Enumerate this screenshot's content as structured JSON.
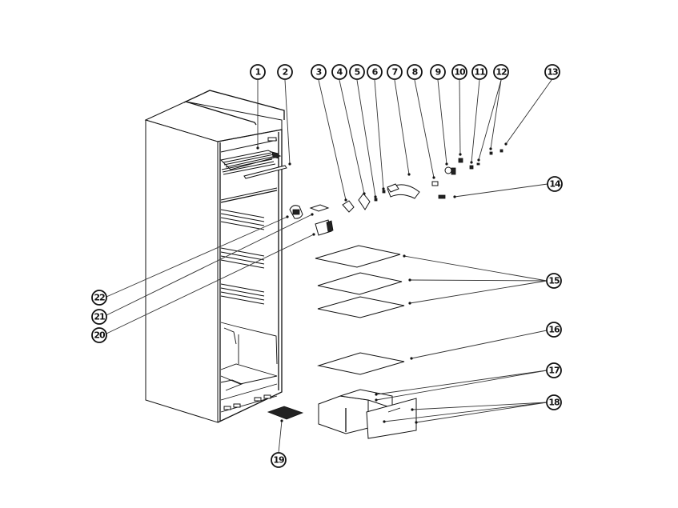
{
  "diagram": {
    "title": "Refrigerator exploded parts view",
    "callouts": [
      {
        "id": "1",
        "label": "1"
      },
      {
        "id": "2",
        "label": "2"
      },
      {
        "id": "3",
        "label": "3"
      },
      {
        "id": "4",
        "label": "4"
      },
      {
        "id": "5",
        "label": "5"
      },
      {
        "id": "6",
        "label": "6"
      },
      {
        "id": "7",
        "label": "7"
      },
      {
        "id": "8",
        "label": "8"
      },
      {
        "id": "9",
        "label": "9"
      },
      {
        "id": "10",
        "label": "10"
      },
      {
        "id": "11",
        "label": "11"
      },
      {
        "id": "12",
        "label": "12"
      },
      {
        "id": "13",
        "label": "13"
      },
      {
        "id": "14",
        "label": "14"
      },
      {
        "id": "15",
        "label": "15"
      },
      {
        "id": "16",
        "label": "16"
      },
      {
        "id": "17",
        "label": "17"
      },
      {
        "id": "18",
        "label": "18"
      },
      {
        "id": "19",
        "label": "19"
      },
      {
        "id": "20",
        "label": "20"
      },
      {
        "id": "21",
        "label": "21"
      },
      {
        "id": "22",
        "label": "22"
      }
    ],
    "parts": [
      {
        "callout": "1",
        "name": "freezer-shelf-grid"
      },
      {
        "callout": "2",
        "name": "freezer-shelf-rail"
      },
      {
        "callout": "3",
        "name": "lamp-cover-part"
      },
      {
        "callout": "4",
        "name": "bracket"
      },
      {
        "callout": "5",
        "name": "screw"
      },
      {
        "callout": "6",
        "name": "screw"
      },
      {
        "callout": "7",
        "name": "lamp-housing"
      },
      {
        "callout": "8",
        "name": "switch"
      },
      {
        "callout": "9",
        "name": "knob"
      },
      {
        "callout": "10",
        "name": "small-part"
      },
      {
        "callout": "11",
        "name": "small-part"
      },
      {
        "callout": "12",
        "name": "small-parts"
      },
      {
        "callout": "13",
        "name": "small-part"
      },
      {
        "callout": "14",
        "name": "connector"
      },
      {
        "callout": "15",
        "name": "glass-shelves"
      },
      {
        "callout": "16",
        "name": "crisper-cover"
      },
      {
        "callout": "17",
        "name": "crisper-drawer"
      },
      {
        "callout": "18",
        "name": "crisper-drawer-front"
      },
      {
        "callout": "19",
        "name": "vent-grille"
      },
      {
        "callout": "20",
        "name": "thermostat-housing"
      },
      {
        "callout": "21",
        "name": "cover-plate"
      },
      {
        "callout": "22",
        "name": "damper"
      }
    ]
  }
}
